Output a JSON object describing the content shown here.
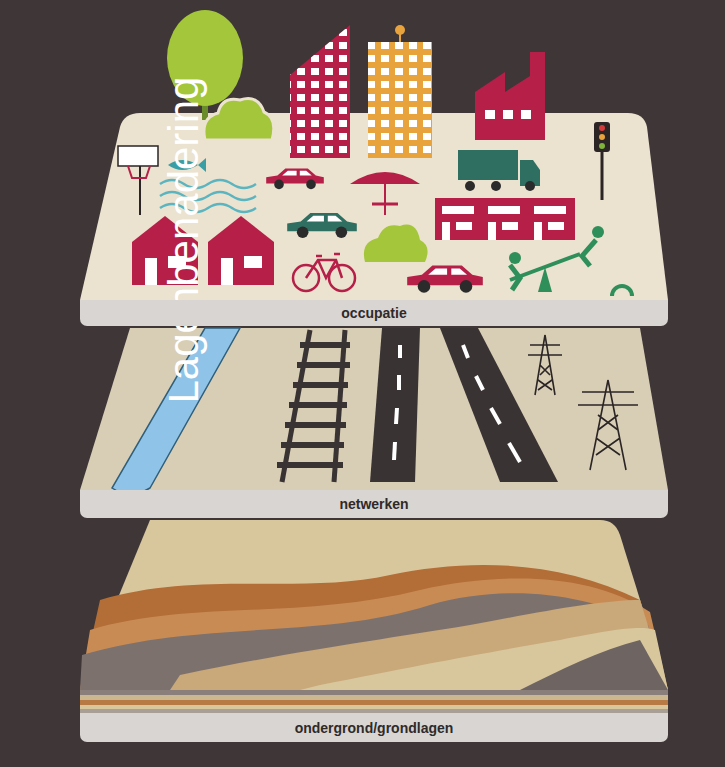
{
  "diagram": {
    "title": "Lagenbenadering",
    "nodes": [
      {
        "text": [
          "occupatie"
        ]
      },
      {
        "text": [
          "netwerken"
        ]
      },
      {
        "text": [
          "ondergrond/grondlagen"
        ]
      }
    ]
  }
}
